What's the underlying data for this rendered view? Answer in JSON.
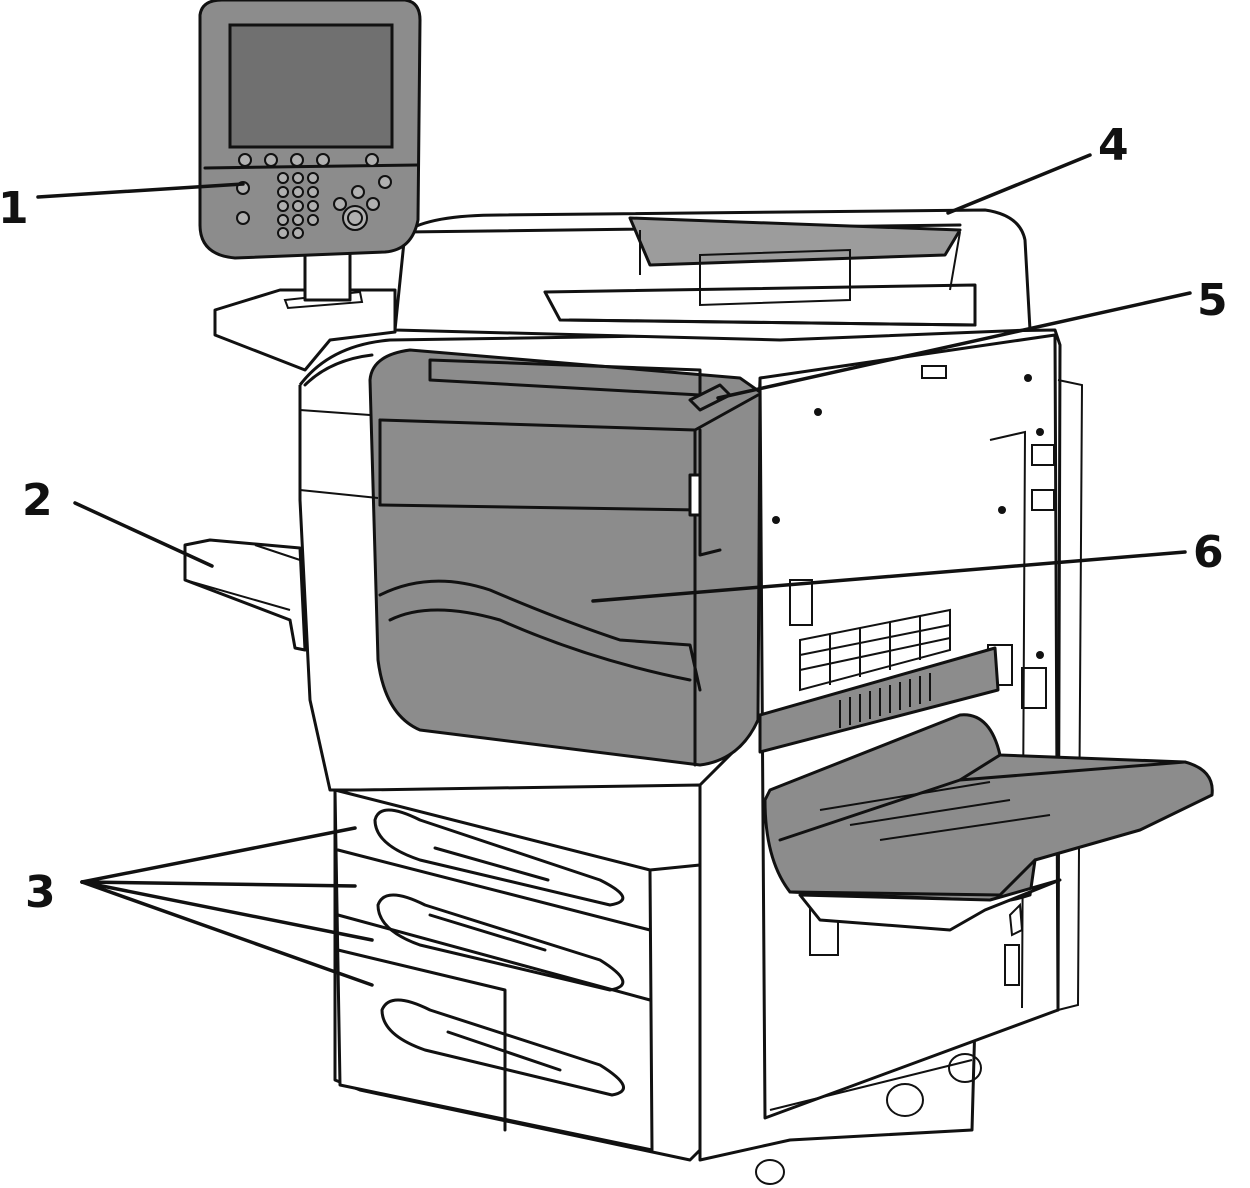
{
  "figure": {
    "callouts": [
      {
        "id": "1",
        "label": "1"
      },
      {
        "id": "2",
        "label": "2"
      },
      {
        "id": "3",
        "label": "3"
      },
      {
        "id": "4",
        "label": "4"
      },
      {
        "id": "5",
        "label": "5"
      },
      {
        "id": "6",
        "label": "6"
      }
    ]
  },
  "colors": {
    "ink": "#111111",
    "panel_gray": "#8c8c8c",
    "screen_gray": "#707070",
    "paper": "#ffffff"
  }
}
